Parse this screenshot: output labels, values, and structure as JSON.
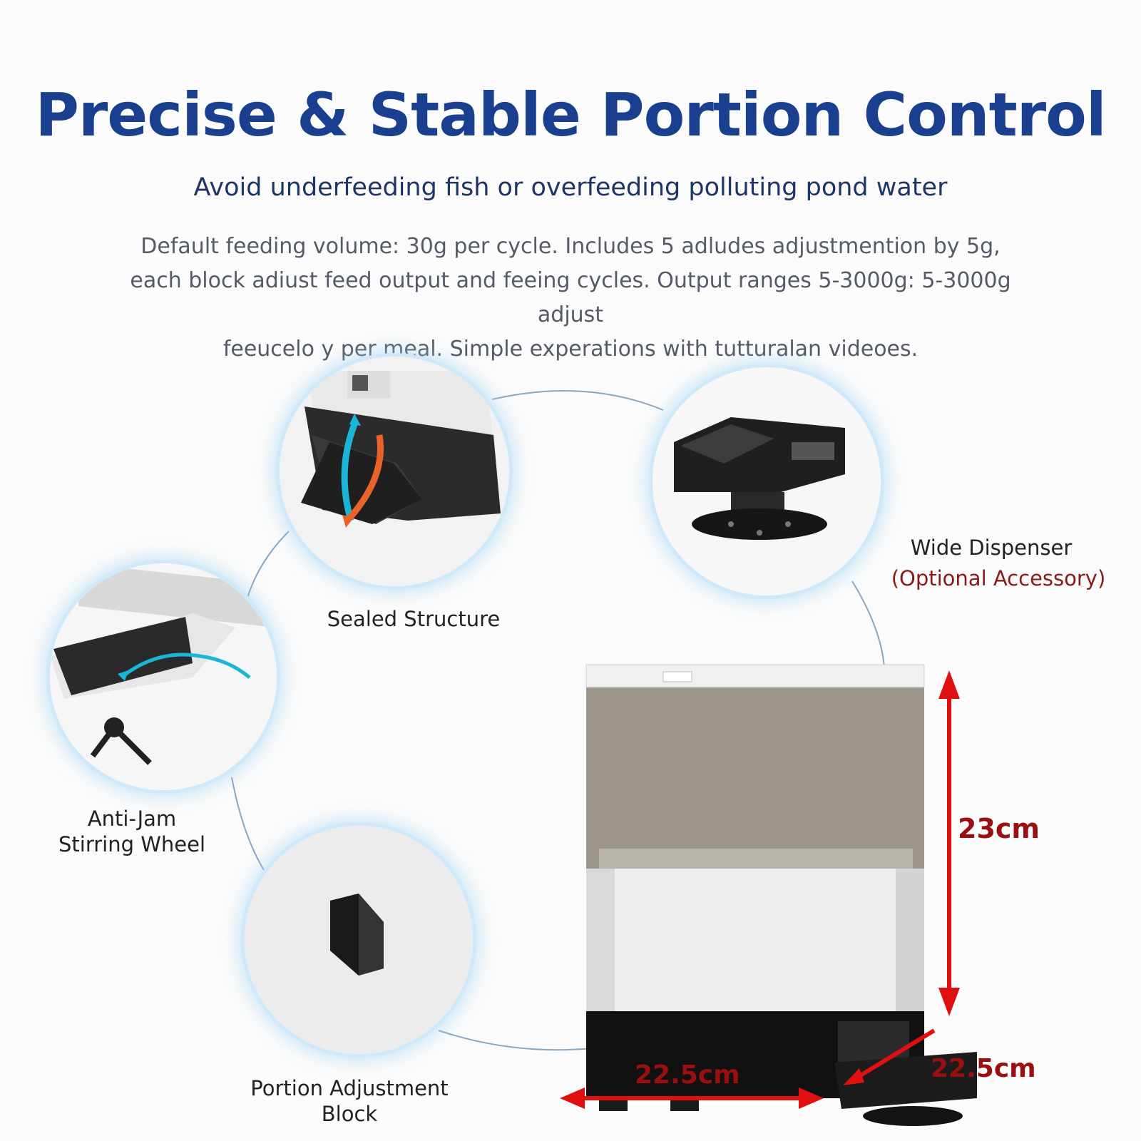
{
  "header": {
    "title": "Precise & Stable Portion Control",
    "subtitle": "Avoid underfeeding fish or overfeeding polluting pond water"
  },
  "description": {
    "line1": "Default feeding volume: 30g per cycle. Includes 5 adludes adjustmention by 5g,",
    "line2": "each block adiust feed output and feeing cycles. Output ranges 5-3000g: 5-3000g adjust",
    "line3": "feeucelo y per meal. Simple experations with tutturalan videoes."
  },
  "features": {
    "sealed_structure": "Sealed Structure",
    "wide_dispenser": "Wide Dispenser",
    "wide_dispenser_note": "(Optional Accessory)",
    "anti_jam_line1": "Anti-Jam",
    "anti_jam_line2": "Stirring Wheel",
    "portion_block_line1": "Portion Adjustment",
    "portion_block_line2": "Block"
  },
  "dimensions": {
    "height": "23cm",
    "width": "22.5cm",
    "depth": "22.5cm"
  },
  "colors": {
    "title": "#1a3f8f",
    "subtitle": "#1e3566",
    "dimension_arrow": "#e01010",
    "dimension_text": "#9a1010",
    "circle_glow": "#cfe9f8",
    "flow_in": "#1bb6d6",
    "flow_out": "#e8622a"
  }
}
